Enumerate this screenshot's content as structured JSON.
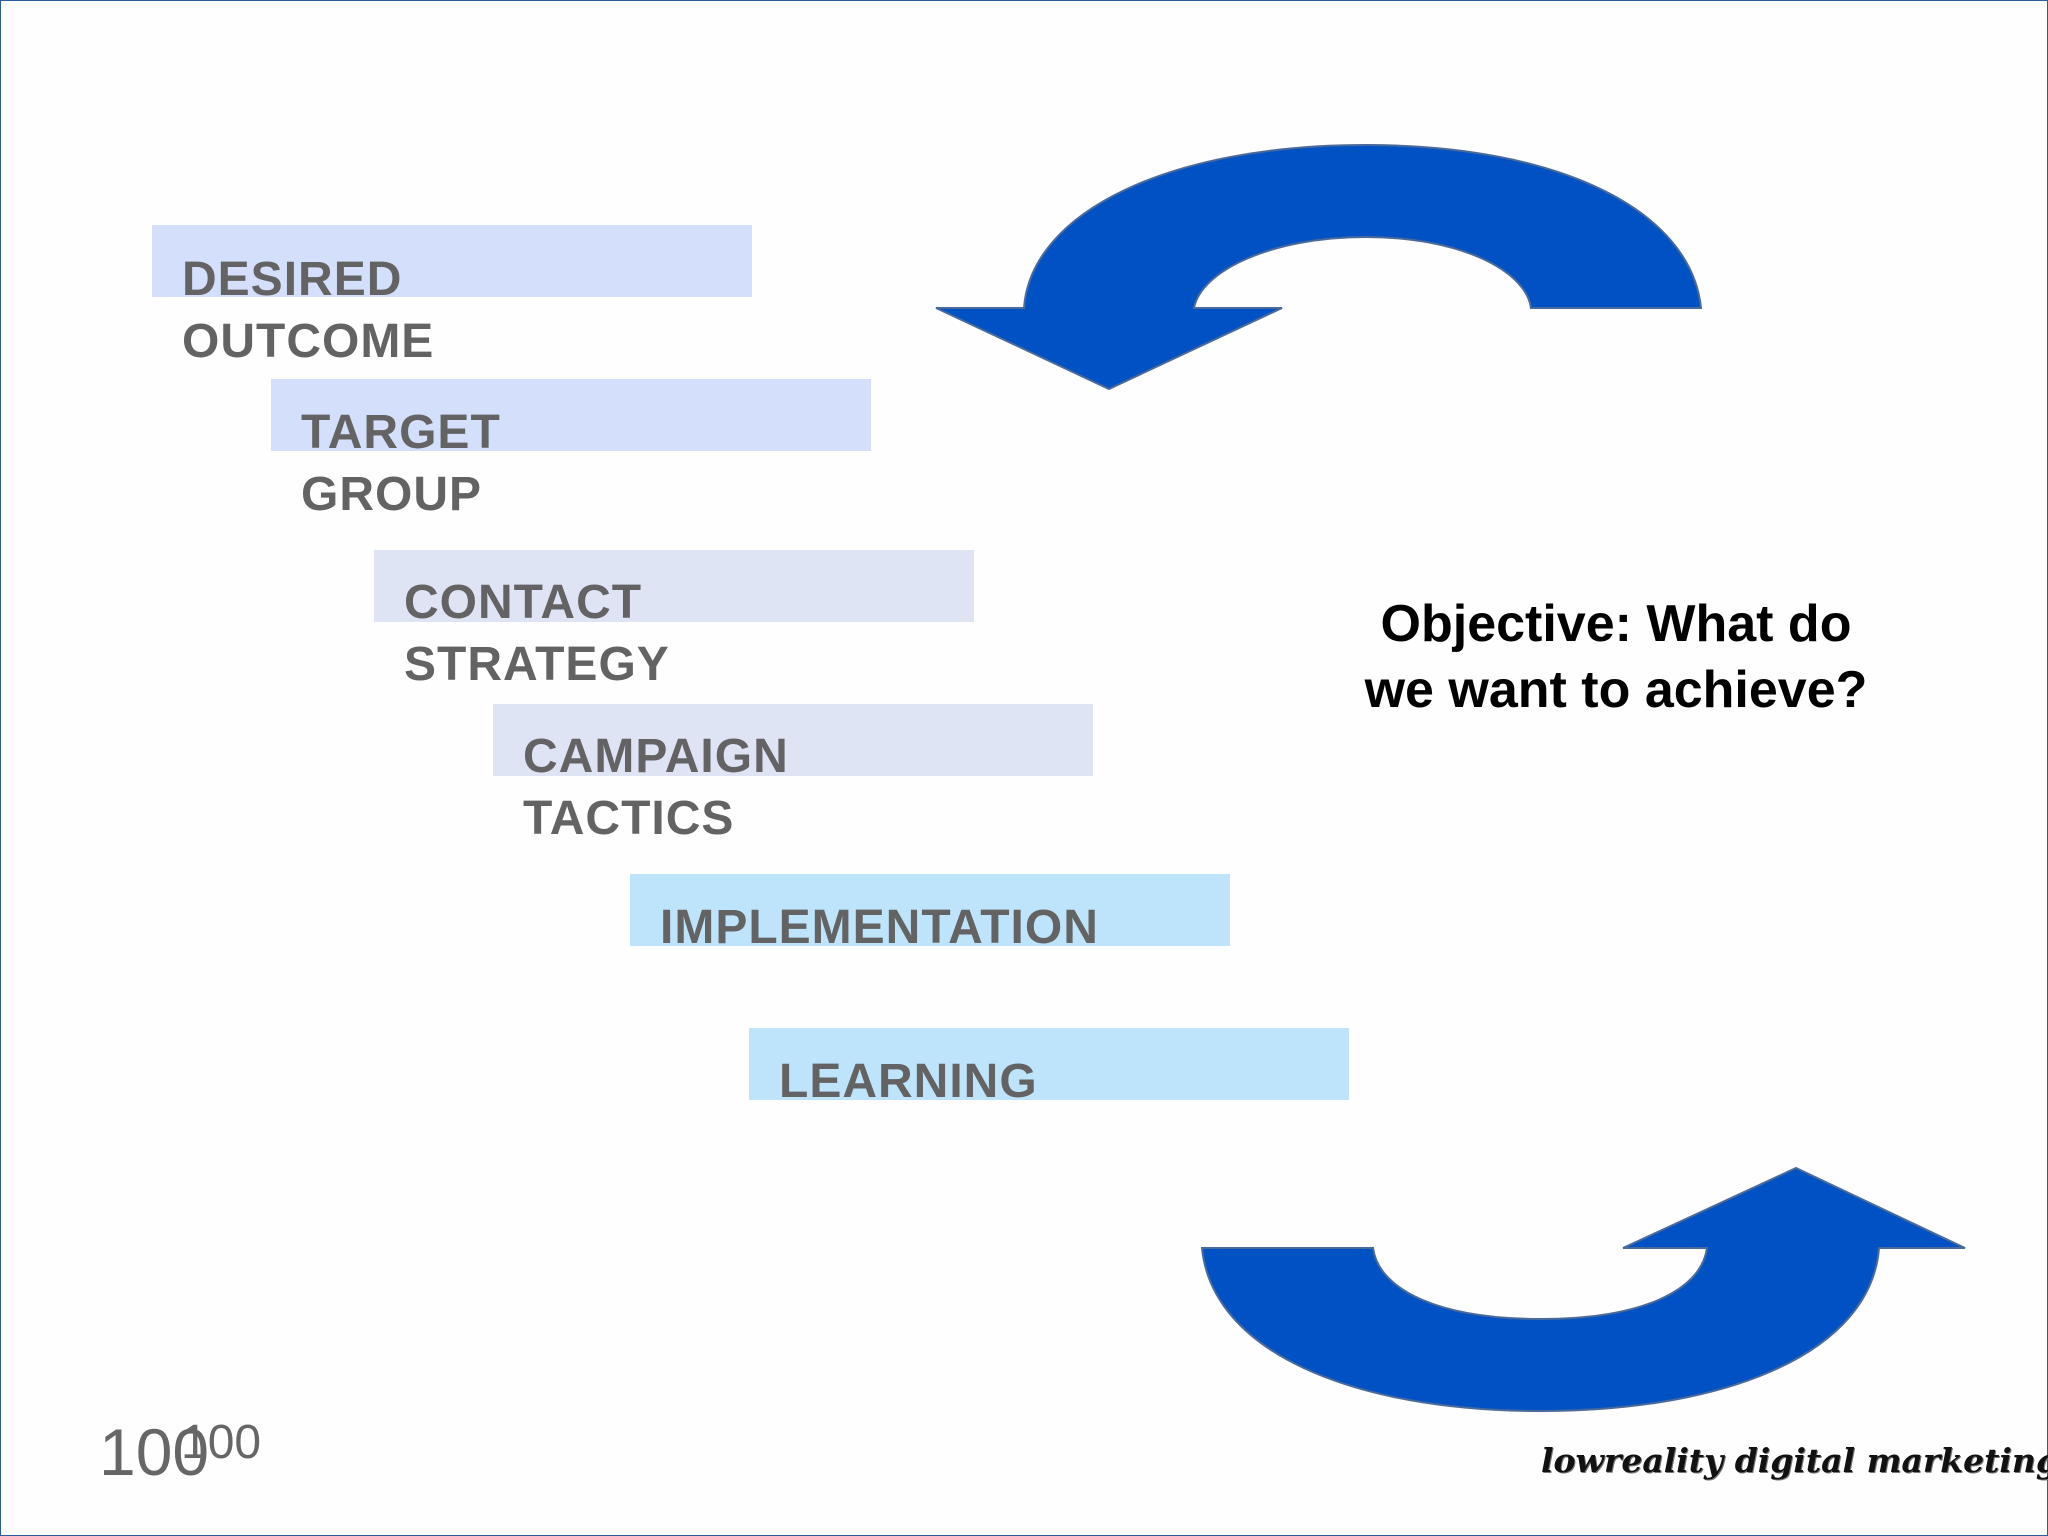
{
  "steps": [
    {
      "id": "desired-outcome",
      "lines": [
        "DESIRED",
        "OUTCOME"
      ],
      "color": "#d4e0fb"
    },
    {
      "id": "target-group",
      "lines": [
        "TARGET",
        "GROUP"
      ],
      "color": "#d4e0fb"
    },
    {
      "id": "contact-strategy",
      "lines": [
        "CONTACT",
        "STRATEGY"
      ],
      "color": "#dee4f4"
    },
    {
      "id": "campaign-tactics",
      "lines": [
        "CAMPAIGN",
        "TACTICS"
      ],
      "color": "#dee4f4"
    },
    {
      "id": "implementation",
      "lines": [
        "IMPLEMENTATION"
      ],
      "color": "#bee4fc"
    },
    {
      "id": "learning",
      "lines": [
        "LEARNING"
      ],
      "color": "#bee4fc"
    }
  ],
  "objective": {
    "line1": "Objective: What do",
    "line2": "we want to achieve?"
  },
  "arrows": {
    "top_direction": "curving left then down",
    "bottom_direction": "curving right then up",
    "color": "#0052c4"
  },
  "footer": {
    "page_number": "100",
    "page_number_overlay": "100",
    "logo_text": "lowreality digital marketing"
  }
}
